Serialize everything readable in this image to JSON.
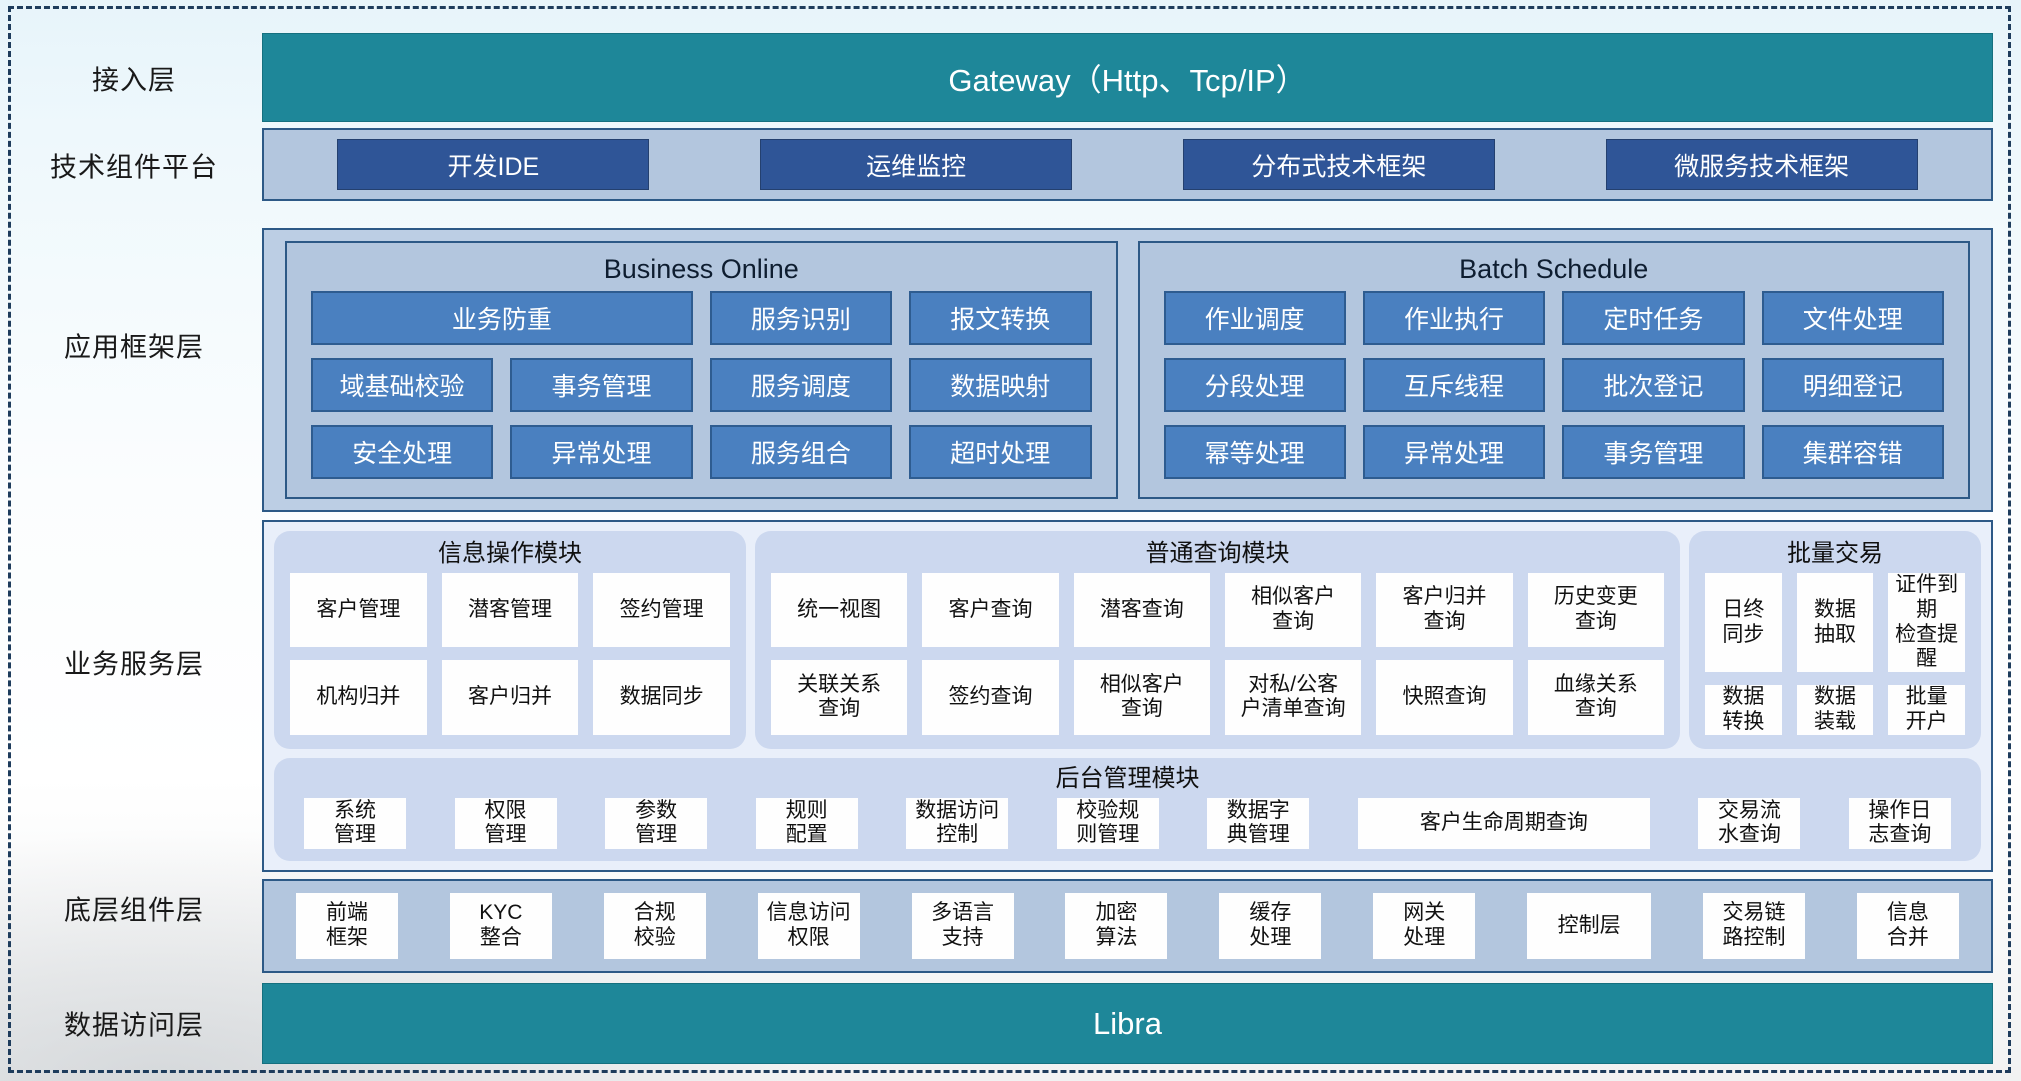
{
  "colors": {
    "teal": "#1E8799",
    "dark_blue_button": "#2F5597",
    "medium_blue_button": "#4A80C0",
    "container_blue": "#B3C6DE",
    "panel_blue": "#CCD8EF",
    "border_blue": "#2D5986"
  },
  "labels": {
    "access": "接入层",
    "tech": "技术组件平台",
    "app": "应用框架层",
    "biz": "业务服务层",
    "bottom": "底层组件层",
    "data": "数据访问层"
  },
  "gateway": {
    "text": "Gateway（Http、Tcp/IP）"
  },
  "tech": {
    "items": [
      "开发IDE",
      "运维监控",
      "分布式技术框架",
      "微服务技术框架"
    ]
  },
  "business_online": {
    "title": "Business Online",
    "row1": [
      "业务防重",
      "服务识别",
      "报文转换"
    ],
    "row2": [
      "域基础校验",
      "事务管理",
      "服务调度",
      "数据映射"
    ],
    "row3": [
      "安全处理",
      "异常处理",
      "服务组合",
      "超时处理"
    ]
  },
  "batch_schedule": {
    "title": "Batch Schedule",
    "row1": [
      "作业调度",
      "作业执行",
      "定时任务",
      "文件处理"
    ],
    "row2": [
      "分段处理",
      "互斥线程",
      "批次登记",
      "明细登记"
    ],
    "row3": [
      "幂等处理",
      "异常处理",
      "事务管理",
      "集群容错"
    ]
  },
  "info_module": {
    "title": "信息操作模块",
    "row1": [
      "客户管理",
      "潜客管理",
      "签约管理"
    ],
    "row2": [
      "机构归并",
      "客户归并",
      "数据同步"
    ]
  },
  "query_module": {
    "title": "普通查询模块",
    "row1": [
      "统一视图",
      "客户查询",
      "潜客查询",
      "相似客户\n查询",
      "客户归并\n查询",
      "历史变更\n查询"
    ],
    "row2": [
      "关联关系\n查询",
      "签约查询",
      "相似客户\n查询",
      "对私/公客\n户清单查询",
      "快照查询",
      "血缘关系\n查询"
    ]
  },
  "batch_trade": {
    "title": "批量交易",
    "row1": [
      "日终\n同步",
      "数据\n抽取",
      "证件到期\n检查提醒"
    ],
    "row2": [
      "数据\n转换",
      "数据\n装载",
      "批量\n开户"
    ]
  },
  "admin_module": {
    "title": "后台管理模块",
    "items": [
      "系统\n管理",
      "权限\n管理",
      "参数\n管理",
      "规则\n配置",
      "数据访问\n控制",
      "校验规\n则管理",
      "数据字\n典管理",
      "客户生命周期查询",
      "交易流\n水查询",
      "操作日\n志查询"
    ]
  },
  "bottom_layer": {
    "items": [
      "前端\n框架",
      "KYC\n整合",
      "合规\n校验",
      "信息访问\n权限",
      "多语言\n支持",
      "加密\n算法",
      "缓存\n处理",
      "网关\n处理",
      "控制层",
      "交易链\n路控制",
      "信息\n合并"
    ]
  },
  "libra": {
    "text": "Libra"
  }
}
